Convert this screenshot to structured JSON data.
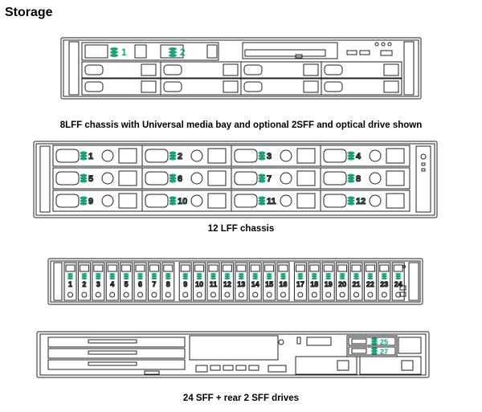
{
  "heading": "Storage",
  "accent_color": "#1f9f78",
  "chassis_8lff": {
    "caption": "8LFF chassis with Universal media bay and optional 2SFF and optical drive shown",
    "sff_bays": [
      "1",
      "2"
    ]
  },
  "chassis_12lff": {
    "caption": "12 LFF chassis",
    "bays": [
      "1",
      "2",
      "3",
      "4",
      "5",
      "6",
      "7",
      "8",
      "9",
      "10",
      "11",
      "12"
    ]
  },
  "chassis_24sff": {
    "front_bays": [
      "1",
      "2",
      "3",
      "4",
      "5",
      "6",
      "7",
      "8",
      "9",
      "10",
      "11",
      "12",
      "13",
      "14",
      "15",
      "16",
      "17",
      "18",
      "19",
      "20",
      "21",
      "22",
      "23",
      "24"
    ],
    "rear_bays": [
      "25",
      "27"
    ],
    "caption": "24 SFF + rear 2 SFF drives"
  }
}
